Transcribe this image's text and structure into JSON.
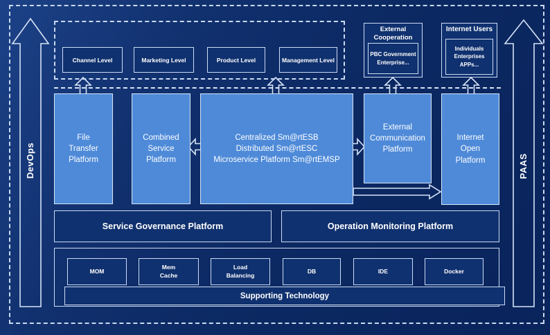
{
  "rails": {
    "devops": "DevOps",
    "paas": "PAAS"
  },
  "levels": [
    "Channel Level",
    "Marketing Level",
    "Product Level",
    "Management Level"
  ],
  "ext": {
    "title": "External\nCooperation",
    "member": "PBC Government\nEnterprise..."
  },
  "users": {
    "title": "Internet Users",
    "member": "Individuals\nEnterprises\nAPPs..."
  },
  "platforms": {
    "file_transfer": "File\nTransfer\nPlatform",
    "combined_service": "Combined\nService\nPlatform",
    "central": "Centralized Sm@rtESB\nDistributed Sm@rtESC\nMicroservice Platform Sm@rtEMSP",
    "external_communication": "External\nCommunication\nPlatform",
    "internet_open": "Internet\nOpen\nPlatform"
  },
  "governance": {
    "service": "Service Governance Platform",
    "operation": "Operation Monitoring Platform"
  },
  "supporting": {
    "techs": [
      "MOM",
      "Mem\nCache",
      "Load\nBalancing",
      "DB",
      "IDE",
      "Docker"
    ],
    "banner": "Supporting Technology"
  },
  "colors": {
    "background": "#0c2963",
    "box_dark": "#10316f",
    "box_light": "#4e8ad8",
    "border_light": "#ccdcf4",
    "text": "#ffffff"
  }
}
